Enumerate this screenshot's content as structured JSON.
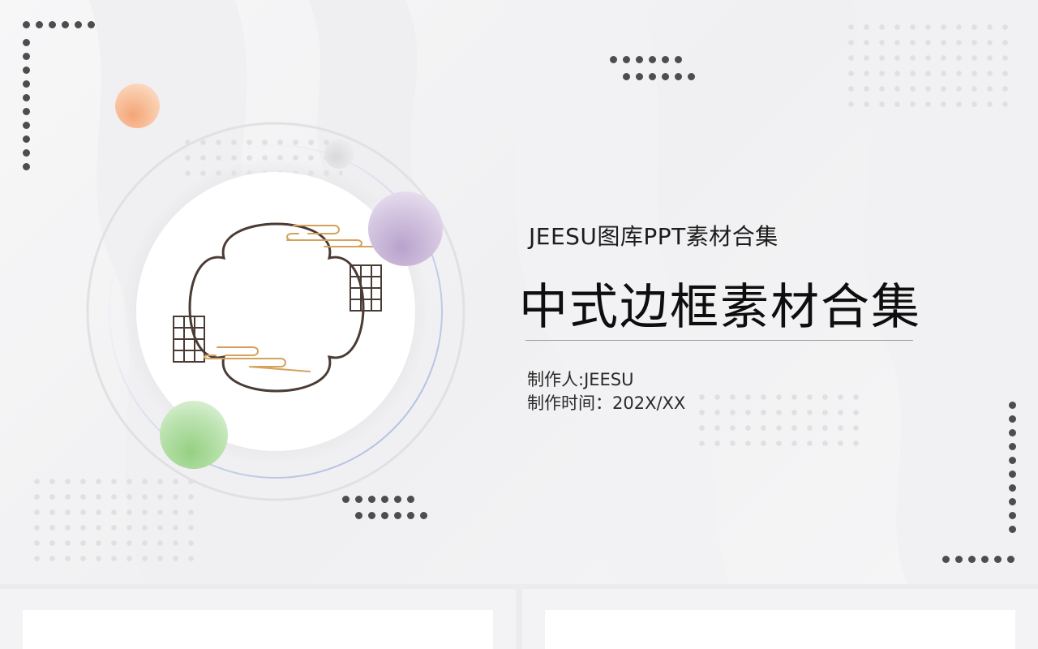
{
  "slide": {
    "subtitle": "JEESU图库PPT素材合集",
    "title": "中式边框素材合集",
    "author": "制作人:JEESU",
    "date": "制作时间：202X/XX"
  },
  "icons": {
    "emblem": "chinese-cloud-frame-icon"
  },
  "colors": {
    "background": "#f4f4f5",
    "dots": "#4d4d4f",
    "frame_line": "#4a3b35",
    "gold_accent": "#d4a25a",
    "orb_orange": "#f6b38a",
    "orb_purple": "#c7b5d6",
    "orb_green": "#a9d89b"
  },
  "thumbnails": [
    {
      "label": ""
    },
    {
      "label": ""
    }
  ]
}
